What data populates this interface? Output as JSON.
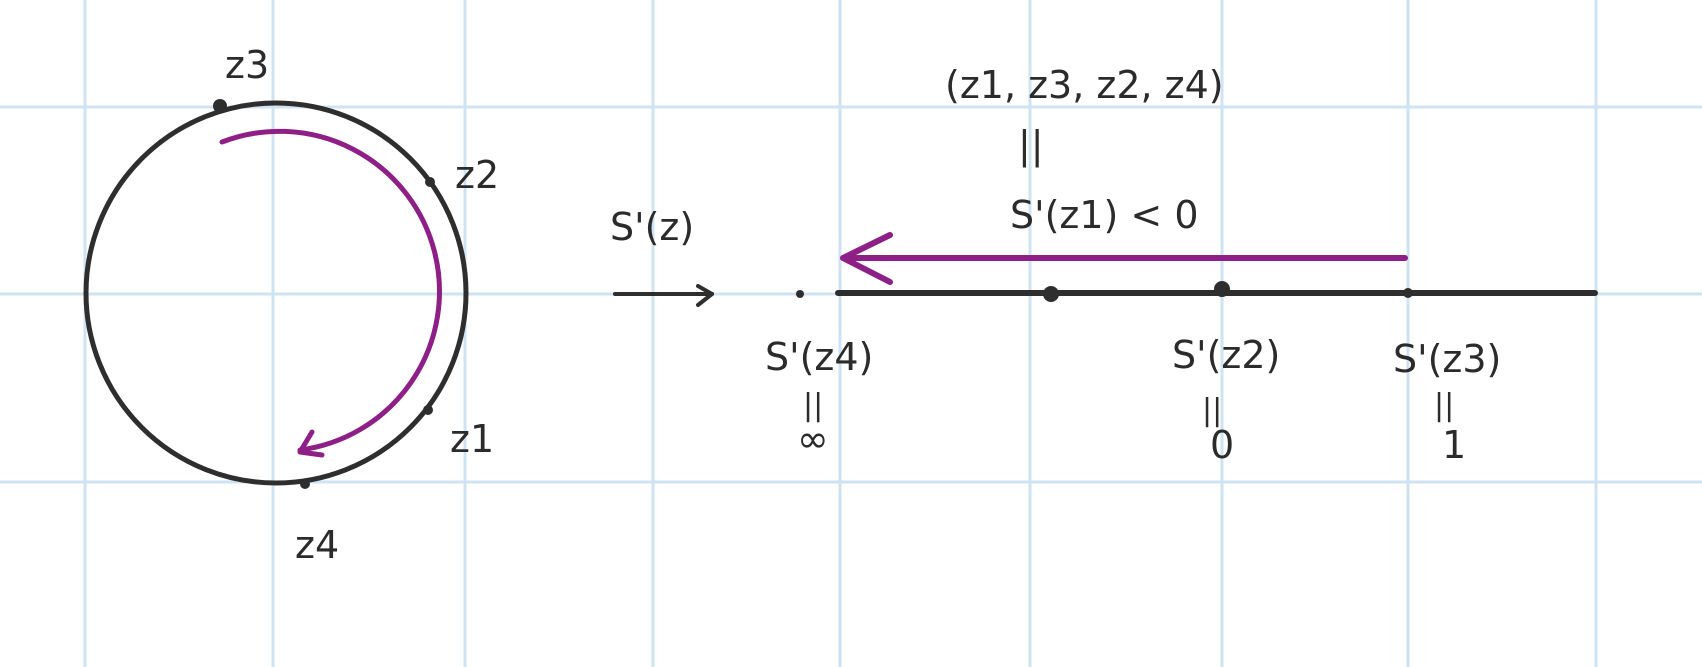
{
  "colors": {
    "grid": "#cfe3f3",
    "ink": "#2e2e2e",
    "accent": "#8e1f86",
    "background": "#ffffff"
  },
  "circle_labels": {
    "z3": "z3",
    "z2": "z2",
    "z1": "z1",
    "z4": "z4"
  },
  "map_label": "S'(z)",
  "cross_ratio": {
    "tuple": "(z1, z3, z2, z4)",
    "equals": "||",
    "value": "S'(z1) < 0"
  },
  "line_points": [
    {
      "label": "S'(z4)",
      "equals": "||",
      "value": "∞"
    },
    {
      "label": "S'(z2)",
      "equals": "||",
      "value": "0"
    },
    {
      "label": "S'(z3)",
      "equals": "||",
      "value": "1"
    }
  ]
}
